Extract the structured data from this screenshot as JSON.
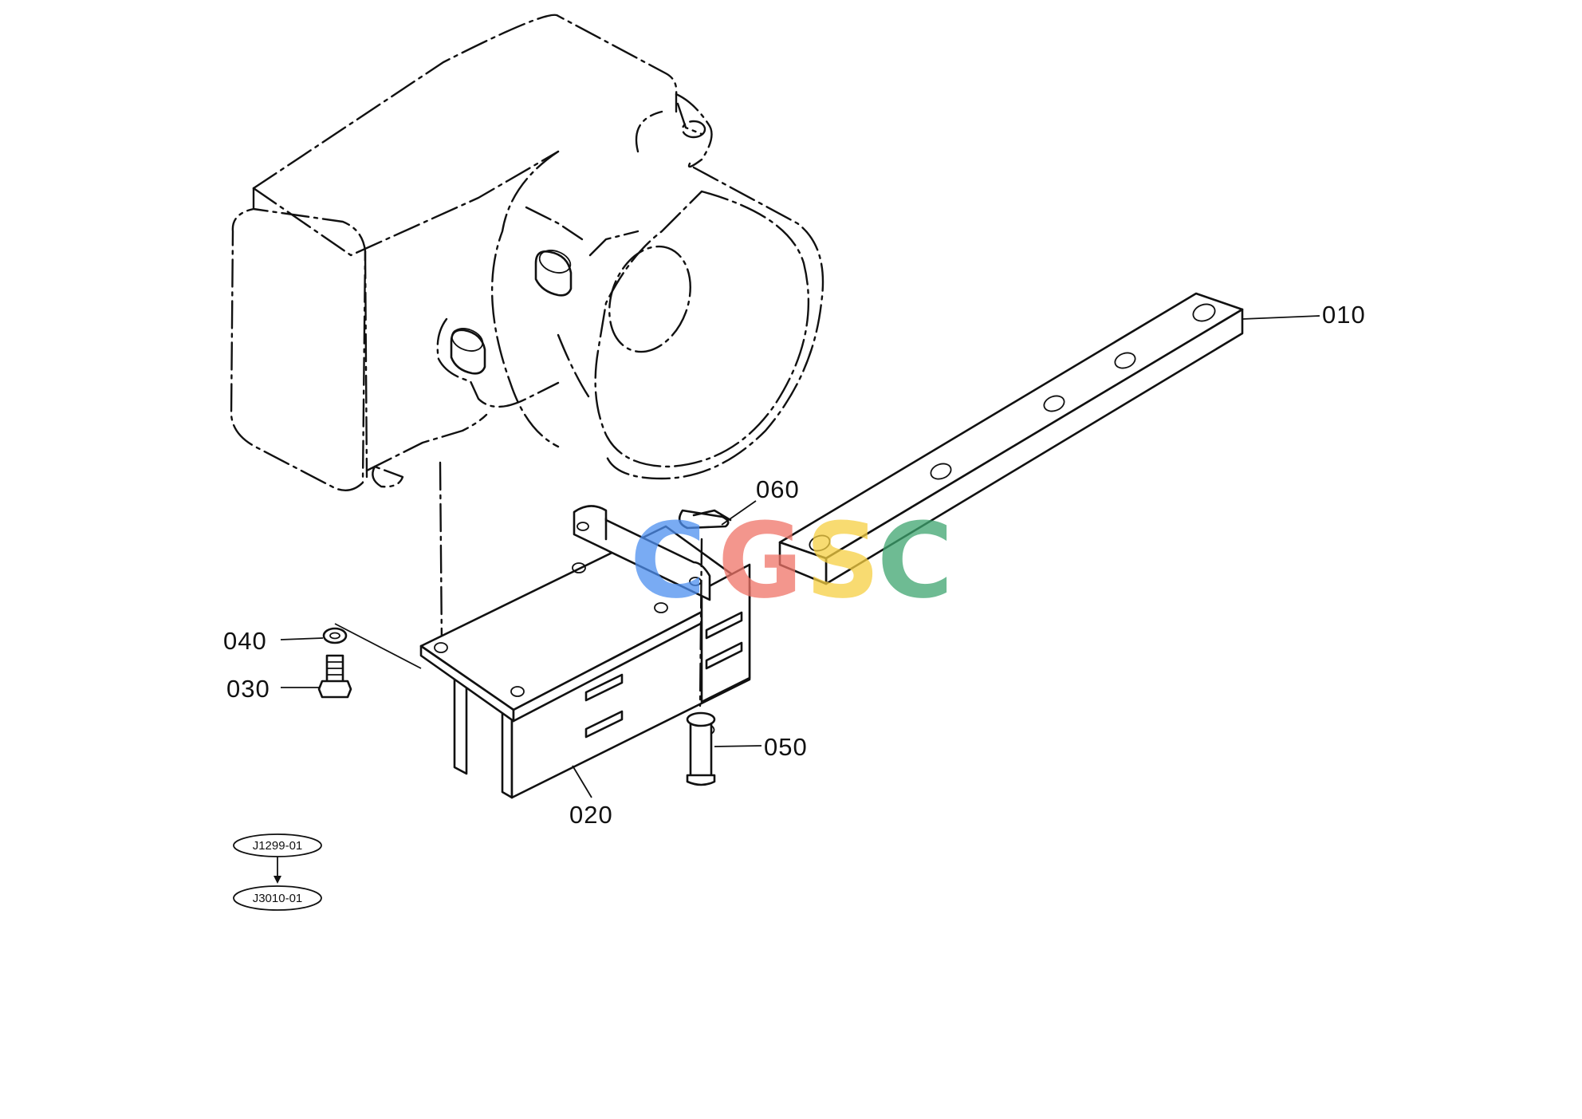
{
  "parts": {
    "p010": {
      "label": "010"
    },
    "p020": {
      "label": "020"
    },
    "p030": {
      "label": "030"
    },
    "p040": {
      "label": "040"
    },
    "p050": {
      "label": "050"
    },
    "p060": {
      "label": "060"
    }
  },
  "references": {
    "upper": "J1299-01",
    "lower": "J3010-01"
  },
  "watermark": {
    "letters": [
      {
        "char": "C",
        "color": "#4d8ff0"
      },
      {
        "char": "G",
        "color": "#ef7468"
      },
      {
        "char": "S",
        "color": "#f6cf42"
      },
      {
        "char": "C",
        "color": "#3ea56f"
      }
    ]
  }
}
